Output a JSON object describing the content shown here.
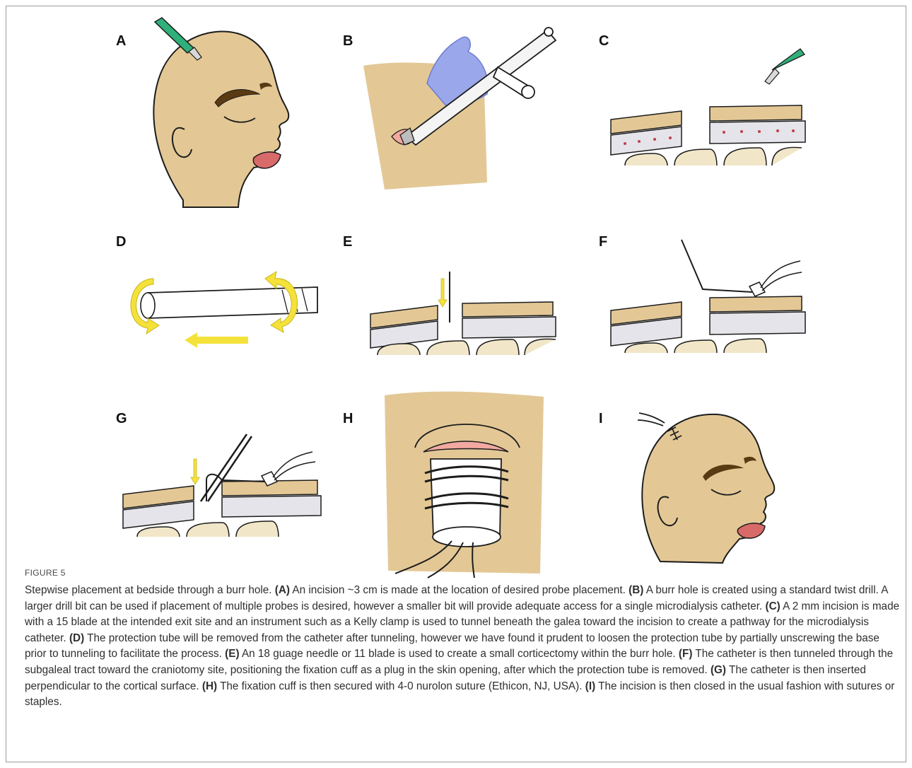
{
  "figure": {
    "label": "FIGURE 5",
    "panels": [
      "A",
      "B",
      "C",
      "D",
      "E",
      "F",
      "G",
      "H",
      "I"
    ],
    "caption": [
      {
        "text": "Stepwise placement at bedside through a burr hole. "
      },
      {
        "label": "(A)",
        "text": " An incision ~3 cm is made at the location of desired probe placement. "
      },
      {
        "label": "(B)",
        "text": " A burr hole is created using a standard twist drill. A larger drill bit can be used if placement of multiple probes is desired, however a smaller bit will provide adequate access for a single microdialysis catheter. "
      },
      {
        "label": "(C)",
        "text": " A 2 mm incision is made with a 15 blade at the intended exit site and an instrument such as a Kelly clamp is used to tunnel beneath the galea toward the incision to create a pathway for the microdialysis catheter. "
      },
      {
        "label": "(D)",
        "text": " The protection tube will be removed from the catheter after tunneling, however we have found it prudent to loosen the protection tube by partially unscrewing the base prior to tunneling to facilitate the process. "
      },
      {
        "label": "(E)",
        "text": " An 18 guage needle or 11 blade is used to create a small corticectomy within the burr hole. "
      },
      {
        "label": "(F)",
        "text": " The catheter is then tunneled through the subgaleal tract toward the craniotomy site, positioning the fixation cuff as a plug in the skin opening, after which the protection tube is removed. "
      },
      {
        "label": "(G)",
        "text": " The catheter is then inserted perpendicular to the cortical surface. "
      },
      {
        "label": "(H)",
        "text": " The fixation cuff is then secured with 4-0 nurolon suture (Ethicon, NJ, USA). "
      },
      {
        "label": "(I)",
        "text": " The incision is then closed in the usual fashion with sutures or staples."
      }
    ]
  },
  "colors": {
    "skin": "#e3c896",
    "outline": "#1c1c1c",
    "eyebrow": "#5a3a12",
    "lips": "#d96a6a",
    "scalpel_handle": "#2fb07a",
    "glove": "#9aa7ea",
    "arrow_yellow": "#f4e23a",
    "bone": "#f1e6c8",
    "brain_red": "#c0404a",
    "dura_gray": "#e4e4ea",
    "incision_pink": "#f2a9a0"
  }
}
